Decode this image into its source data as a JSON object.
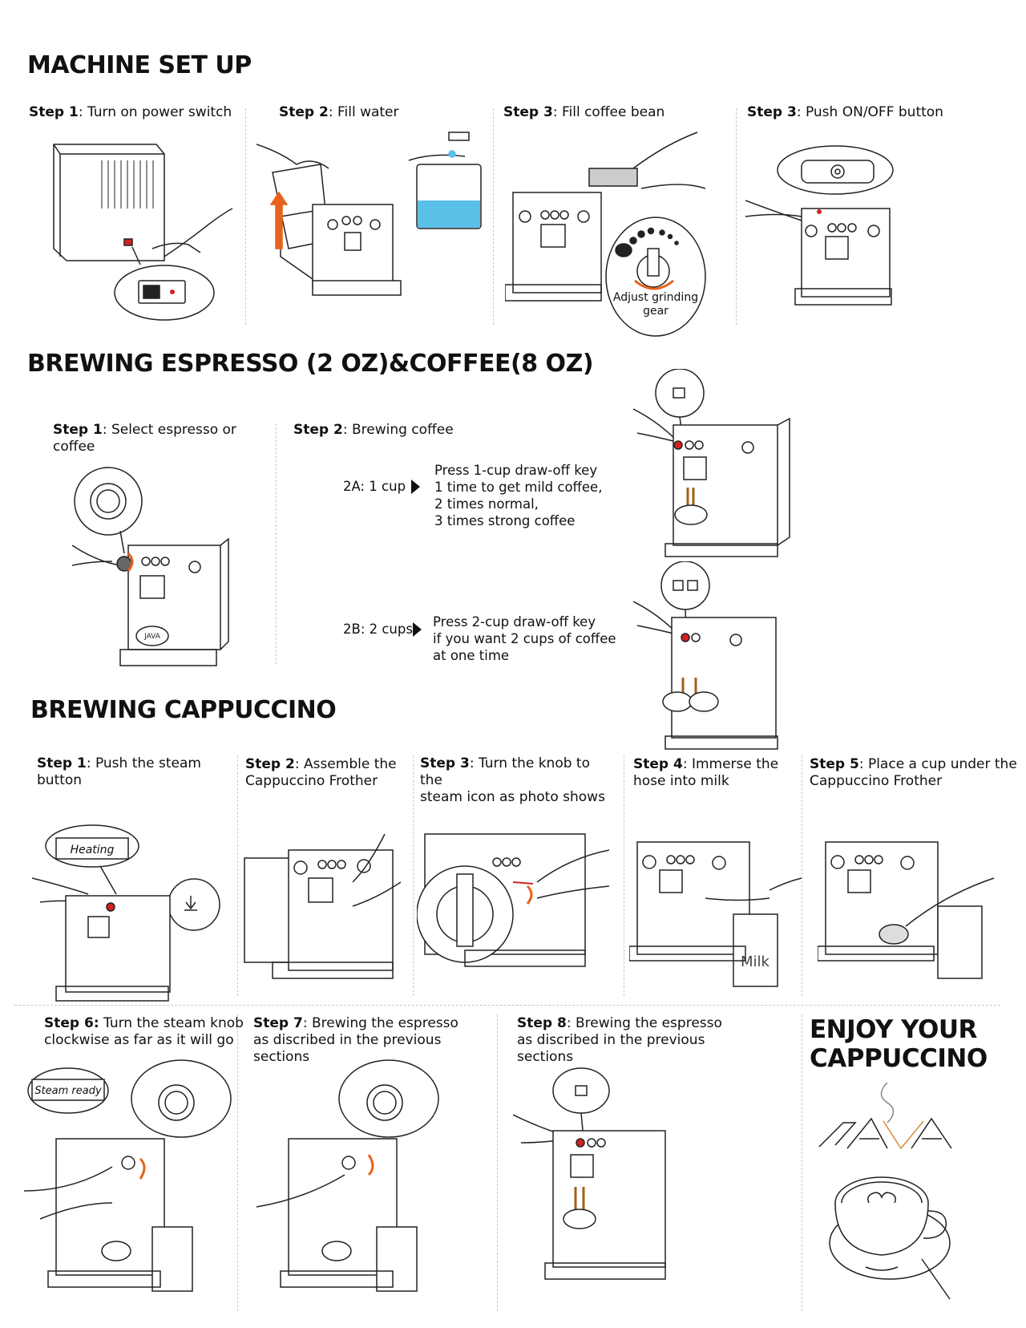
{
  "sections": {
    "setup": {
      "title": "MACHINE SET UP",
      "steps": [
        {
          "num": "Step 1",
          "text": ": Turn on power switch"
        },
        {
          "num": "Step 2",
          "text": ": Fill water"
        },
        {
          "num": "Step 3",
          "text": ": Fill coffee bean"
        },
        {
          "num": "Step 3",
          "text": ": Push ON/OFF button"
        }
      ],
      "grind_label": "Adjust grinding\ngear"
    },
    "brewing": {
      "title": "BREWING ESPRESSO (2 OZ)&COFFEE(8 OZ)",
      "step1": {
        "num": "Step 1",
        "text": ": Select espresso or coffee"
      },
      "step2": {
        "num": "Step 2",
        "text": ": Brewing coffee"
      },
      "option_a": {
        "label": "2A: 1 cup",
        "text": "Press 1-cup draw-off key\n1 time to get mild coffee,\n2 times normal,\n3 times strong coffee"
      },
      "option_b": {
        "label": "2B: 2 cups",
        "text": "Press 2-cup draw-off key\nif you want 2 cups of coffee\nat one time"
      }
    },
    "cappuccino": {
      "title": "BREWING CAPPUCCINO",
      "steps": [
        {
          "num": "Step 1",
          "text": ": Push the steam button"
        },
        {
          "num": "Step 2",
          "text": ": Assemble the\nCappuccino Frother"
        },
        {
          "num": "Step 3",
          "text": ": Turn the knob to the\nsteam icon as photo shows"
        },
        {
          "num": "Step 4",
          "text": ":  Immerse the\nhose into milk"
        },
        {
          "num": "Step 5",
          "text": ": Place a cup under the\nCappuccino Frother"
        },
        {
          "num": "Step 6:",
          "text": " Turn the steam knob\nclockwise as far as it will go"
        },
        {
          "num": "Step 7",
          "text": ": Brewing the espresso\nas discribed in the previous sections"
        },
        {
          "num": "Step 8",
          "text": ": Brewing the espresso\nas discribed in the previous sections"
        }
      ],
      "heating_label": "Heating",
      "steam_ready_label": "Steam ready",
      "milk_label": "Milk"
    },
    "enjoy": {
      "title": "ENJOY YOUR\nCAPPUCCINO"
    }
  },
  "brand_cup_text": "JAVA",
  "colors": {
    "accent_orange": "#e8621e",
    "water_blue": "#5bc0e8",
    "line": "#222222",
    "indicator_red": "#d42020"
  }
}
